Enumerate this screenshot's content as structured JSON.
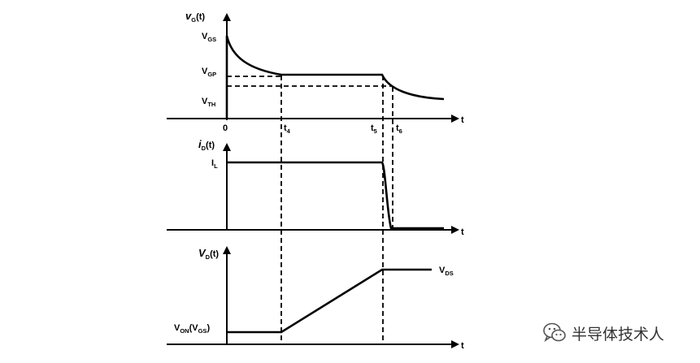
{
  "panels": {
    "gate": {
      "y_label_main": "v",
      "y_label_sub": "G",
      "y_label_tail": "(t)",
      "levels": [
        {
          "main": "V",
          "sub": "GS"
        },
        {
          "main": "V",
          "sub": "GP"
        },
        {
          "main": "V",
          "sub": "TH"
        }
      ],
      "x_ticks": [
        {
          "main": "0",
          "sub": ""
        },
        {
          "main": "t",
          "sub": "4"
        },
        {
          "main": "t",
          "sub": "5"
        },
        {
          "main": "t",
          "sub": "6"
        }
      ],
      "x_axis_label": "t"
    },
    "drain_current": {
      "y_label_main": "i",
      "y_label_sub": "D",
      "y_label_tail": "(t)",
      "level": {
        "main": "I",
        "sub": "L"
      },
      "x_axis_label": "t"
    },
    "drain_voltage": {
      "y_label_main": "V",
      "y_label_sub": "D",
      "y_label_tail": "(t)",
      "level_low": {
        "main": "V",
        "sub": "ON",
        "tail1": "(V",
        "sub2": "GS",
        "tail2": ")"
      },
      "level_high": {
        "main": "V",
        "sub": "DS"
      },
      "x_axis_label": "t"
    }
  },
  "watermark": {
    "text": "半导体技术人",
    "icon": "wechat-icon"
  }
}
